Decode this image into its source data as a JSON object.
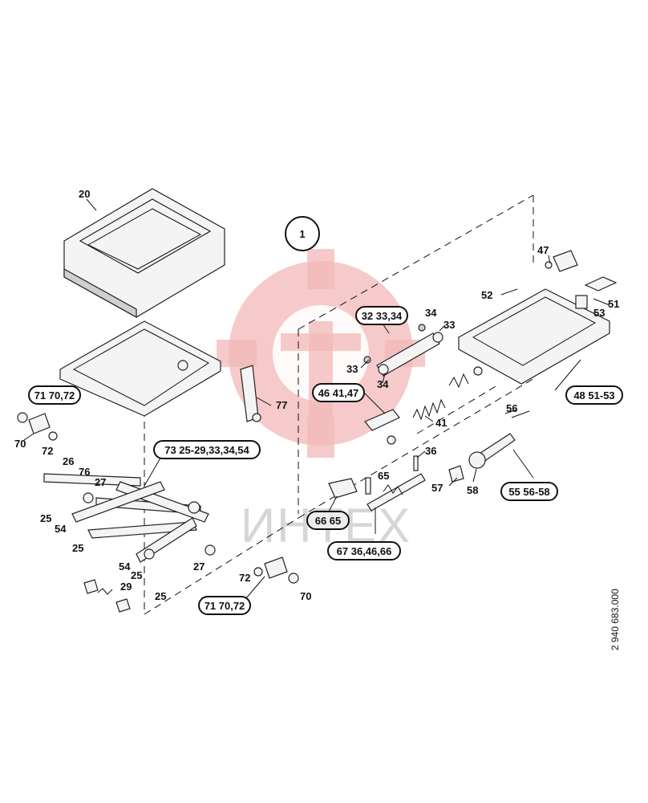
{
  "diagram": {
    "section_marker": "1",
    "drawing_number": "2 940 683.000",
    "watermark_text": "ИНТЕХ"
  },
  "group_labels": {
    "g32": "32 33,34",
    "g46": "46 41,47",
    "g48": "48 51-53",
    "g71a": "71 70,72",
    "g73": "73 25-29,33,34,54",
    "g66": "66 65",
    "g67": "67 36,46,66",
    "g55": "55 56-58",
    "g71b": "71 70,72"
  },
  "part_labels": {
    "p20": "20",
    "p47": "47",
    "p52": "52",
    "p51": "51",
    "p53": "53",
    "p34a": "34",
    "p33a": "33",
    "p33b": "33",
    "p34b": "34",
    "p77": "77",
    "p41": "41",
    "p56": "56",
    "p36": "36",
    "p70a": "70",
    "p72a": "72",
    "p26": "26",
    "p76": "76",
    "p27a": "27",
    "p65": "65",
    "p57": "57",
    "p58": "58",
    "p25a": "25",
    "p54a": "54",
    "p25b": "25",
    "p54b": "54",
    "p25c": "25",
    "p27b": "27",
    "p29": "29",
    "p25d": "25",
    "p72b": "72",
    "p70b": "70"
  }
}
